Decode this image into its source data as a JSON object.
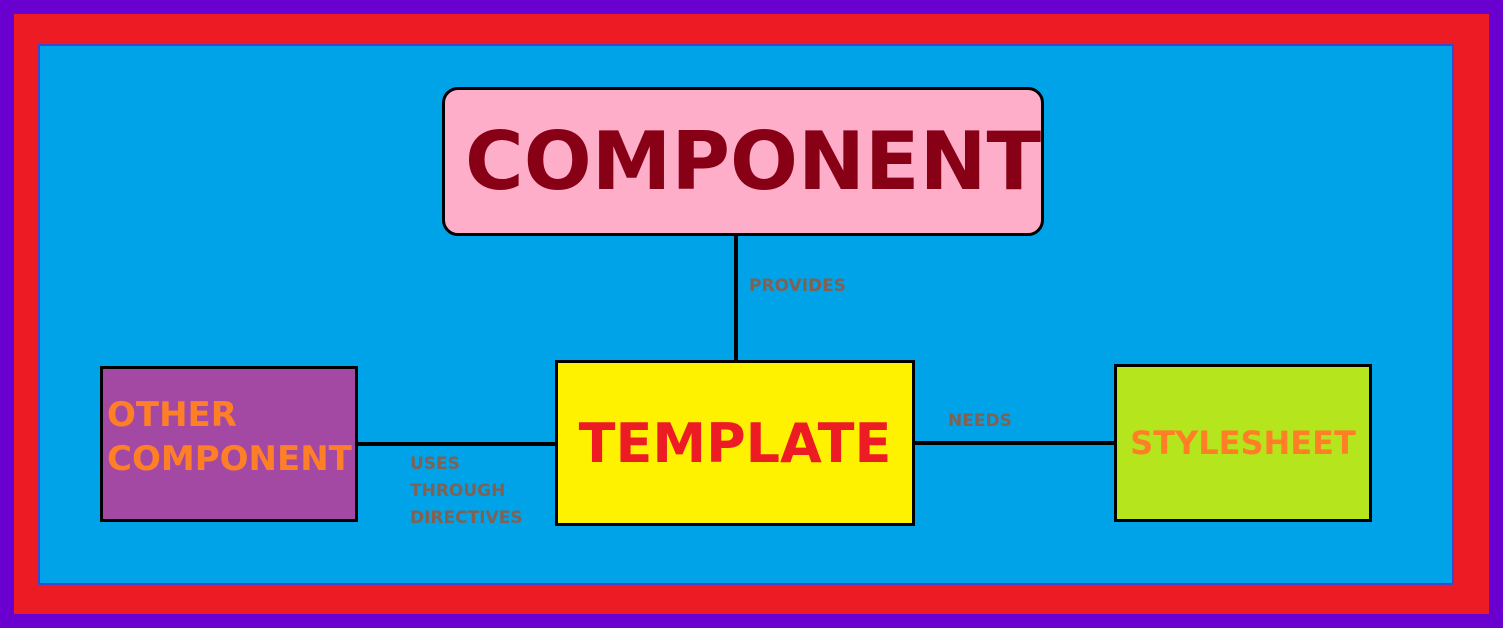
{
  "diagram": {
    "colors": {
      "outer_border": "#6a00d0",
      "frame": "#ed1c24",
      "canvas": "#00a2e8",
      "component_fill": "#ffaec9",
      "component_text": "#880015",
      "template_fill": "#fff200",
      "template_text": "#ed1c24",
      "other_fill": "#a349a4",
      "other_text": "#ff7f27",
      "stylesheet_fill": "#b5e61d",
      "stylesheet_text": "#ff7f27",
      "edge_label_text": "#a0522d"
    },
    "nodes": {
      "component": "COMPONENT",
      "template": "TEMPLATE",
      "other_component": "OTHER\nCOMPONENT",
      "stylesheet": "STYLESHEET"
    },
    "edges": {
      "provides": "PROVIDES",
      "needs": "NEEDS",
      "uses_through_directives": "USES\nTHROUGH\nDIRECTIVES"
    }
  }
}
